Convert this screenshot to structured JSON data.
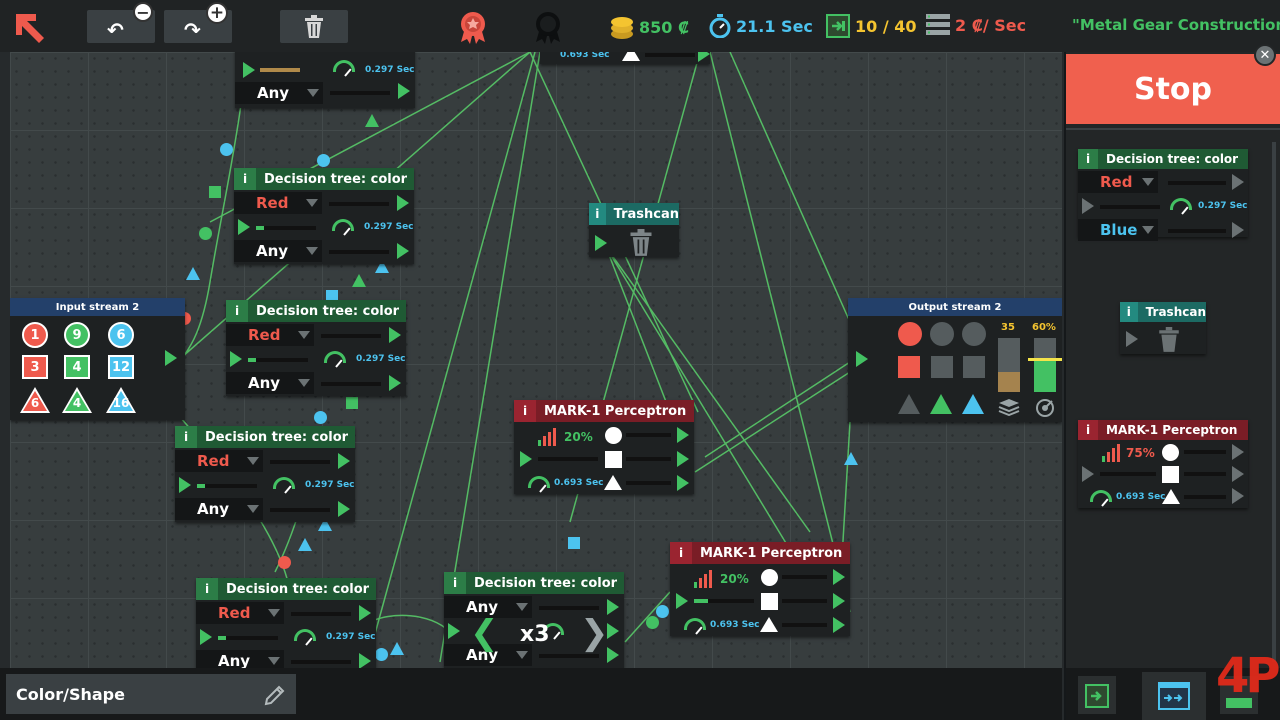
{
  "topbar": {
    "coins": "850 ₡",
    "time": "21.1 Sec",
    "progress": "10 / 40",
    "cost_rate": "2 ₡/ Sec",
    "level_name": "\"Metal Gear Construction\"",
    "icons": [
      "back-arrow-icon",
      "undo-icon",
      "redo-icon",
      "trash-icon",
      "ribbon-icon",
      "ribbon-locked-icon",
      "coins-icon",
      "stopwatch-icon",
      "output-icon",
      "server-icon"
    ]
  },
  "colors": {
    "green": "#43c163",
    "red": "#ef5a4d",
    "blue": "#4cc3ef",
    "gold": "#f4c430",
    "stop": "#f0604e"
  },
  "nodes": {
    "dt_top": {
      "title": "",
      "row1": "Any",
      "speed": "0.297 Sec"
    },
    "dt_a": {
      "title": "Decision tree: color",
      "row1": "Red",
      "row3": "Any",
      "speed": "0.297 Sec"
    },
    "dt_b": {
      "title": "Decision tree: color",
      "row1": "Red",
      "row3": "Any",
      "speed": "0.297 Sec"
    },
    "dt_c": {
      "title": "Decision tree: color",
      "row1": "Red",
      "row3": "Any",
      "speed": "0.297 Sec"
    },
    "dt_d": {
      "title": "Decision tree: color",
      "row1": "Red",
      "row3": "Any",
      "speed": "0.297 Sec"
    },
    "dt_e": {
      "title": "Decision tree: color",
      "row1": "Any",
      "row3": "Any",
      "multiplier": "x3"
    },
    "pc_a": {
      "title": "MARK-1 Perceptron",
      "pct": "20%",
      "speed": "0.693 Sec"
    },
    "pc_b": {
      "title": "MARK-1 Perceptron",
      "pct": "20%",
      "speed": "0.693 Sec"
    },
    "top_partial": {
      "speed": "0.693 Sec"
    },
    "trash": {
      "title": "Trashcan"
    },
    "input": {
      "title": "Input stream 2",
      "circles": [
        "1",
        "9",
        "6"
      ],
      "squares": [
        "3",
        "4",
        "12"
      ],
      "triangles": [
        "6",
        "4",
        "16"
      ]
    },
    "output": {
      "title": "Output stream 2",
      "count": "35",
      "pct": "60%"
    }
  },
  "panel": {
    "stop": "Stop",
    "dt": {
      "title": "Decision tree: color",
      "row1": "Red",
      "row3": "Blue",
      "speed": "0.297 Sec"
    },
    "trash": {
      "title": "Trashcan"
    },
    "pc": {
      "title": "MARK-1 Perceptron",
      "pct": "75%",
      "speed": "0.693 Sec"
    }
  },
  "bottom": {
    "label": "Color/Shape",
    "watermark": "4P"
  },
  "info_glyph": "i"
}
